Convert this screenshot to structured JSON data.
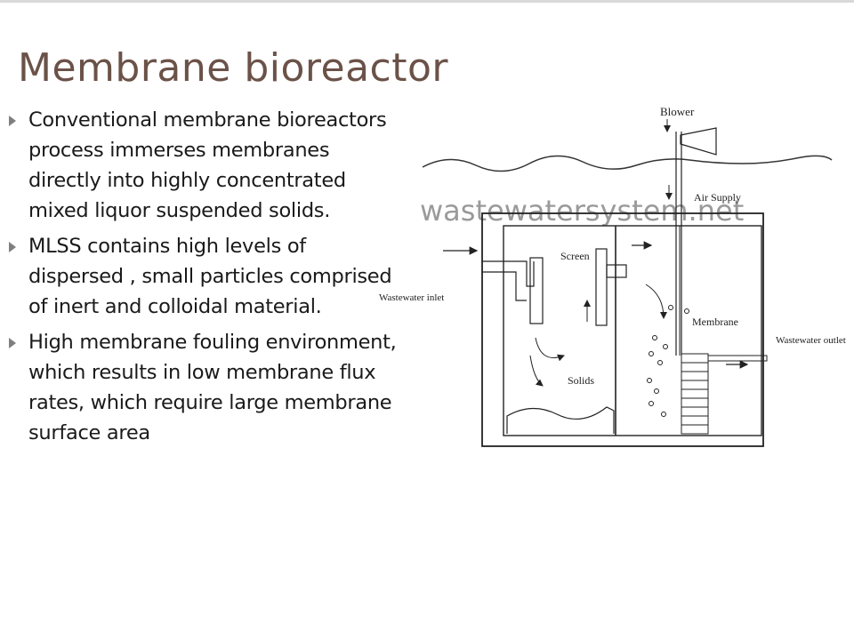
{
  "slide": {
    "title": "Membrane bioreactor",
    "bullets": [
      "Conventional membrane bioreactors process immerses membranes directly into highly concentrated mixed liquor suspended solids.",
      "MLSS contains high levels of dispersed , small particles comprised of inert and colloidal material.",
      "High membrane fouling environment, which results in low membrane flux rates, which require large membrane surface area"
    ]
  },
  "diagram": {
    "watermark": "wastewatersystem.net",
    "labels": {
      "blower": "Blower",
      "air_supply": "Air Supply",
      "screen": "Screen",
      "wastewater_inlet": "Wastewater inlet",
      "membrane": "Membrane",
      "wastewater_outlet": "Wastewater outlet",
      "solids": "Solids"
    }
  },
  "colors": {
    "title": "#6b5248",
    "bullet_marker": "#7f7f7f",
    "text": "#1a1a1a"
  }
}
